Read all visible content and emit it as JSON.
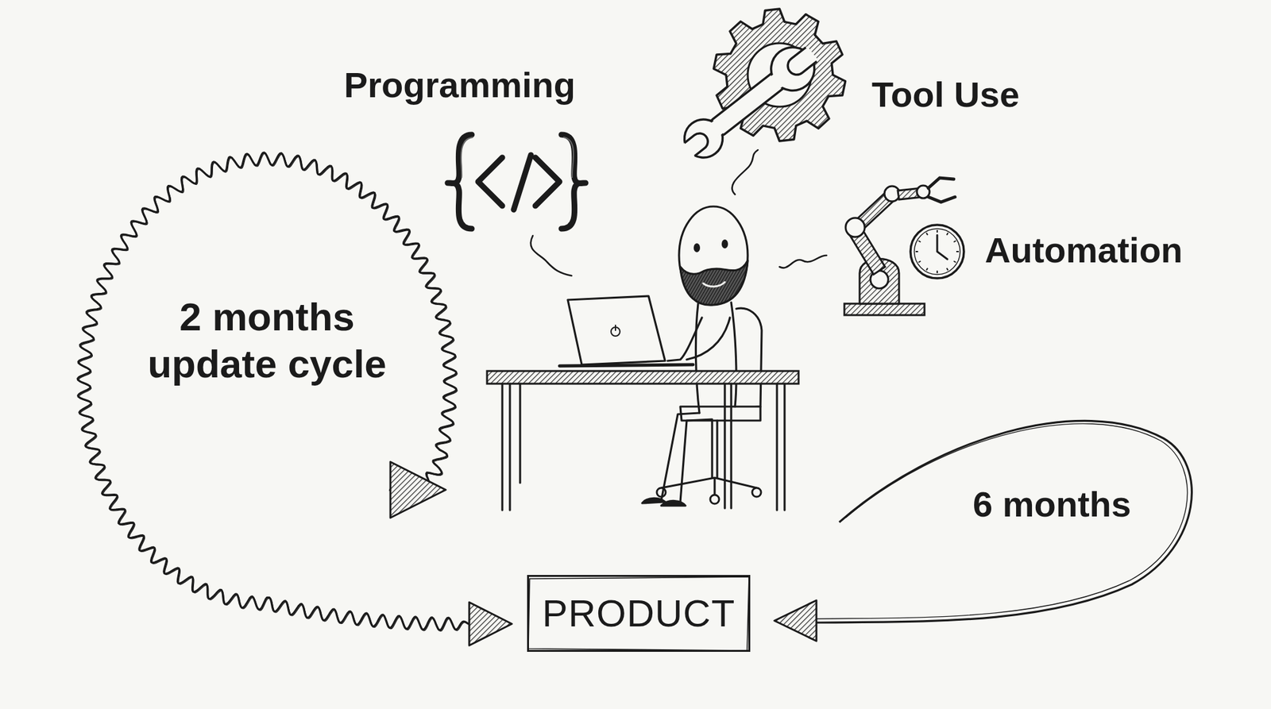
{
  "diagram": {
    "nodes": [
      {
        "text": [
          "PRODUCT"
        ]
      }
    ],
    "labels": [
      "Programming",
      "Tool Use",
      "Automation",
      "2 months update cycle",
      "6 months"
    ]
  }
}
